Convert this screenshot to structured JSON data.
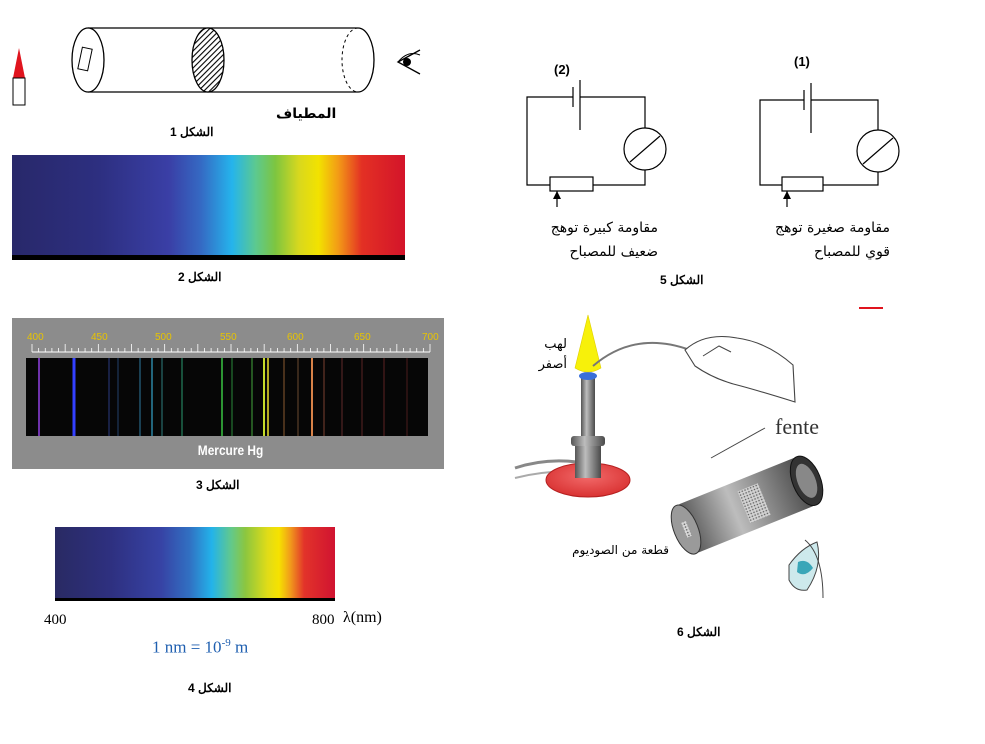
{
  "figure1": {
    "caption": "الشكل 1",
    "label": "المطياف"
  },
  "figure2": {
    "caption": "الشكل 2"
  },
  "figure3": {
    "caption": "الشكل 3",
    "ticks": [
      "400",
      "450",
      "500",
      "550",
      "600",
      "650",
      "700"
    ],
    "element_label": "Mercure Hg"
  },
  "figure4": {
    "caption": "الشكل 4",
    "min_label": "400",
    "max_label": "800",
    "axis_label": "λ(nm)",
    "unit_prefix": "1 nm = 10",
    "unit_exp": "-9",
    "unit_suffix": " m"
  },
  "figure5": {
    "caption": "الشكل 5",
    "circuit1": {
      "number": "(1)",
      "line1": "مقاومة صغيرة توهج",
      "line2": "قوي للمصباح"
    },
    "circuit2": {
      "number": "(2)",
      "line1": "مقاومة كبيرة توهج",
      "line2": "ضعيف للمصباح"
    }
  },
  "figure6": {
    "caption": "الشكل 6",
    "flame_line1": "لهب",
    "flame_line2": "أصفر",
    "sodium_label": "قطعة من الصوديوم",
    "slit_label": "fente"
  },
  "colors": {
    "red_marker": "#e0141e",
    "flame_yellow": "#f7f10a",
    "burner_base": "#e84a4a",
    "tick_gold": "#e8c400",
    "unit_blue": "#1f5fb0"
  }
}
